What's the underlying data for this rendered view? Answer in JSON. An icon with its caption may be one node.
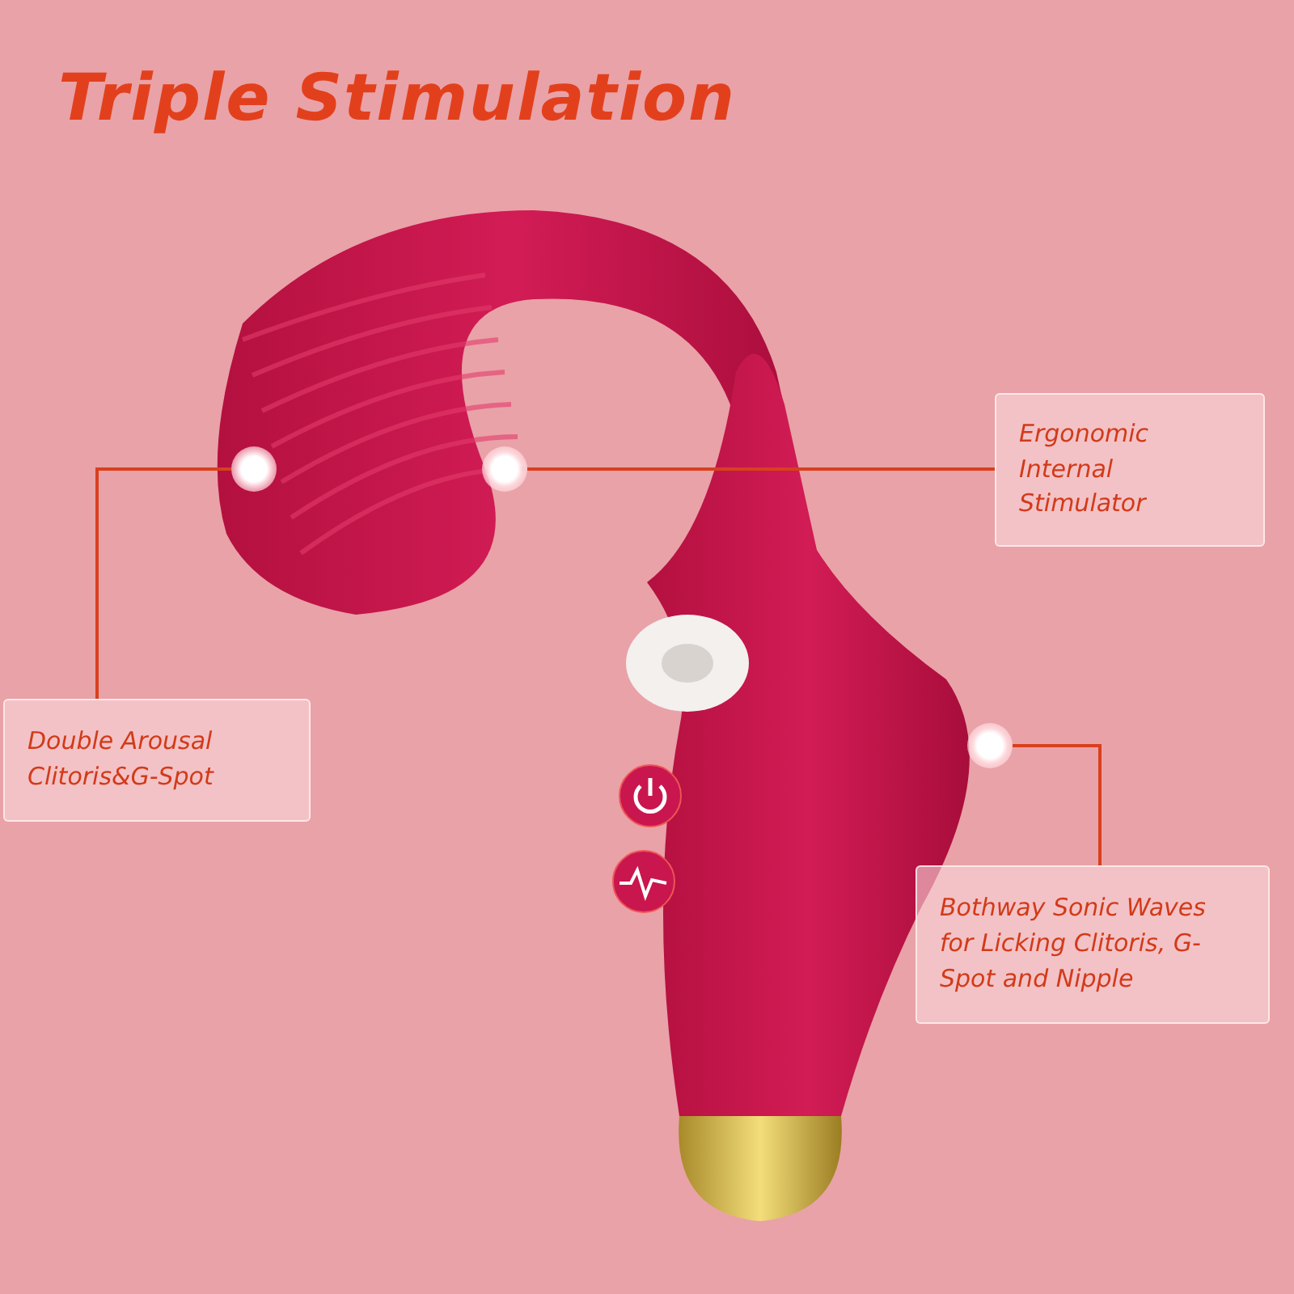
{
  "diagram": {
    "title": "Triple Stimulation",
    "nodes": [
      {
        "text": [
          "Double Arousal Clitoris&G-Spot"
        ]
      },
      {
        "text": [
          "Ergonomic Internal Stimulator"
        ]
      },
      {
        "text": [
          "Bothway Sonic Waves for Licking Clitoris, G-Spot and Nipple"
        ]
      },
      {
        "text": [],
        "shape": "circle"
      },
      {
        "text": [],
        "shape": "circle"
      },
      {
        "text": [],
        "shape": "circle"
      }
    ],
    "edges": [
      {
        "from": 0,
        "to": 3,
        "arrow": "none"
      },
      {
        "from": 1,
        "to": 4,
        "arrow": "none"
      },
      {
        "from": 2,
        "to": 5,
        "arrow": "none"
      }
    ]
  }
}
